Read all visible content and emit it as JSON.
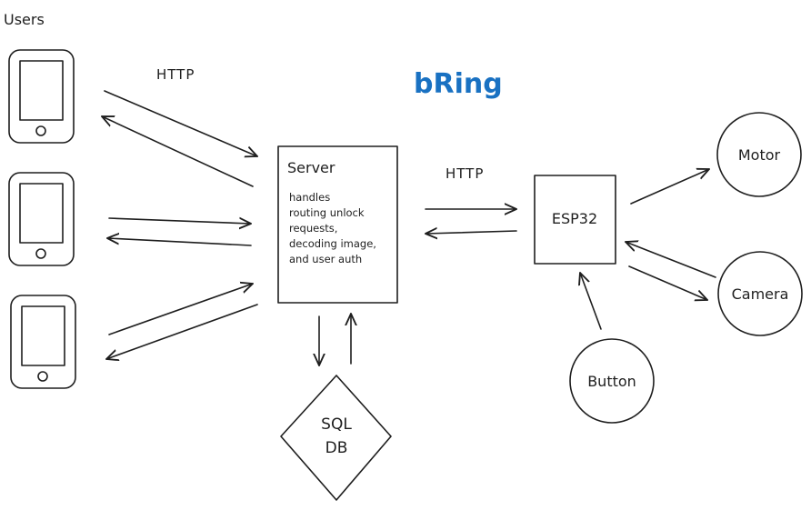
{
  "title": "bRing",
  "users_label": "Users",
  "http_label_left": "HTTP",
  "http_label_right": "HTTP",
  "server": {
    "title": "Server",
    "description_lines": [
      "handles",
      "routing unlock",
      "requests,",
      "decoding image,",
      "and user auth"
    ]
  },
  "esp32": {
    "label": "ESP32"
  },
  "database": {
    "line1": "SQL",
    "line2": "DB"
  },
  "motor": {
    "label": "Motor"
  },
  "camera": {
    "label": "Camera"
  },
  "button": {
    "label": "Button"
  },
  "colors": {
    "stroke": "#1e1e1e",
    "title": "#1971c2",
    "background": "#ffffff"
  },
  "icons": [
    "smartphone-icon",
    "smartphone-icon",
    "smartphone-icon"
  ]
}
